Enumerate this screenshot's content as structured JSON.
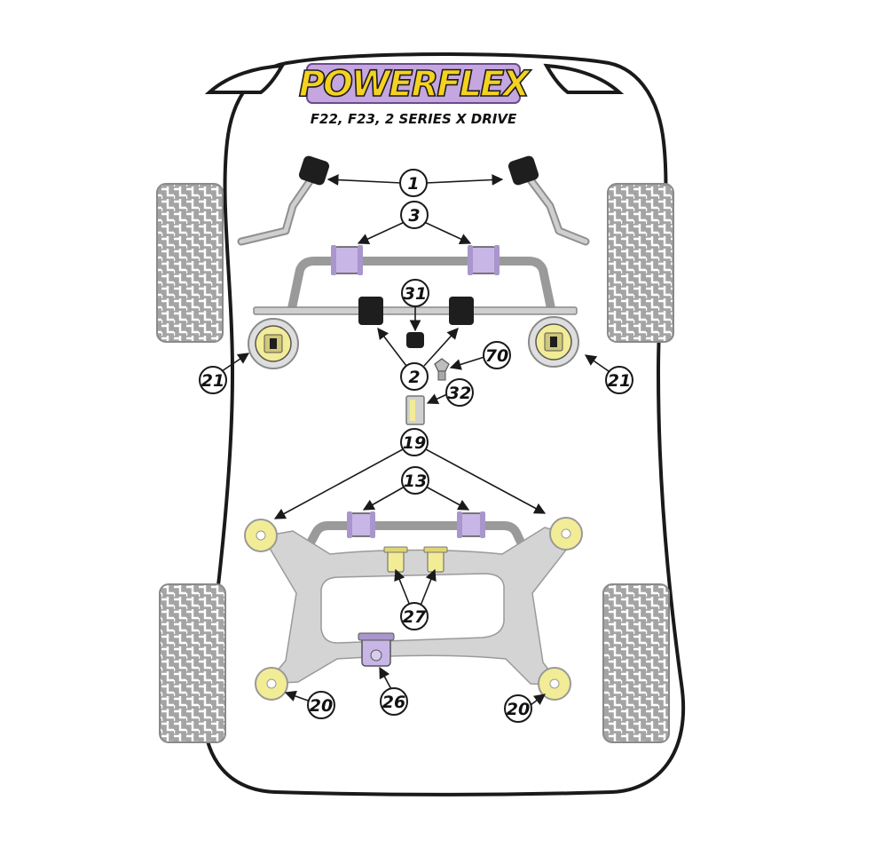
{
  "header": {
    "logo": "POWERFLEX",
    "model": "F22, F23, 2 SERIES X DRIVE"
  },
  "callouts": {
    "c1": "1",
    "c3": "3",
    "c31": "31",
    "c2": "2",
    "c70": "70",
    "c32": "32",
    "c21_left": "21",
    "c21_right": "21",
    "c19": "19",
    "c13": "13",
    "c27": "27",
    "c20_left": "20",
    "c26": "26",
    "c20_right": "20"
  },
  "colors": {
    "outline": "#1a1a1a",
    "bush_purple": "#c7b6e6",
    "bush_yellow": "#f3ec96",
    "bush_black": "#1e1e1e",
    "subframe_grey": "#d4d4d4",
    "bar_grey": "#9a9a9a",
    "tyre_grey": "#9c9c9c",
    "logo_bg": "#c5a6e0",
    "logo_text": "#f4d21f"
  }
}
